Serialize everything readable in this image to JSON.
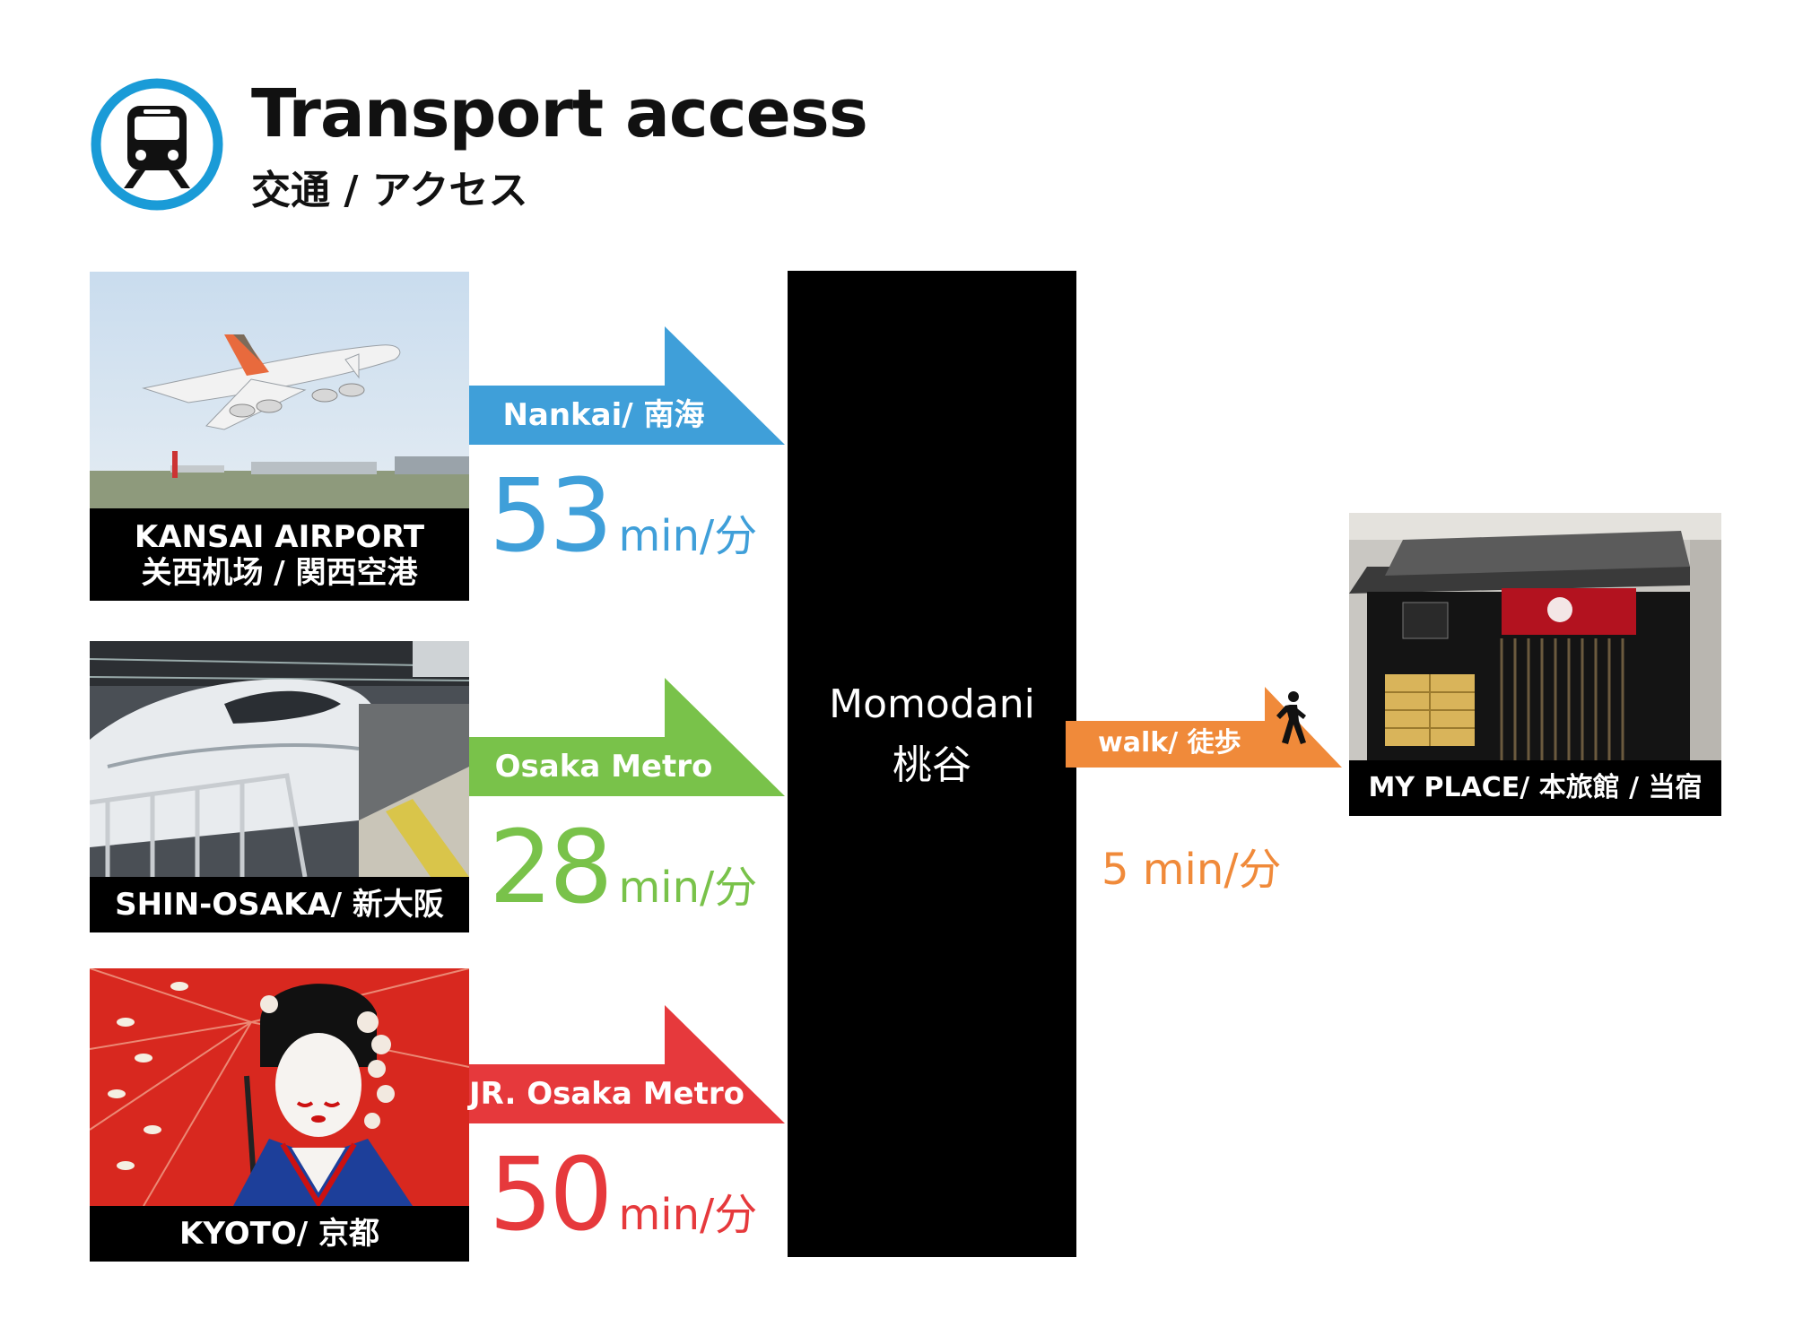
{
  "header": {
    "icon": "train-icon",
    "title": "Transport access",
    "subtitle": "交通 / アクセス",
    "accent_color": "#1a9bd7"
  },
  "origins": [
    {
      "name": "KANSAI AIRPORT",
      "name_cn_jp": "关西机场 / 関西空港",
      "image": "airplane-photo"
    },
    {
      "name": "SHIN-OSAKA/ 新大阪",
      "image": "bullet-train-photo"
    },
    {
      "name": "KYOTO/ 京都",
      "image": "maiko-umbrella-photo"
    }
  ],
  "routes": [
    {
      "line": "Nankai/ 南海",
      "minutes": "53",
      "unit": "min/分",
      "color": "#3f9fd9"
    },
    {
      "line": "Osaka Metro",
      "minutes": "28",
      "unit": "min/分",
      "color": "#79c24a"
    },
    {
      "line": "JR. Osaka Metro",
      "minutes": "50",
      "unit": "min/分",
      "color": "#e6393c"
    }
  ],
  "station": {
    "name_en": "Momodani",
    "name_jp": "桃谷"
  },
  "walk": {
    "label": "walk/ 徒歩",
    "time": "5 min/分",
    "icon": "walking-person-icon",
    "color": "#f08a3a"
  },
  "destination": {
    "name": "MY PLACE/ 本旅館 / 当宿",
    "image": "ryokan-facade-photo"
  }
}
